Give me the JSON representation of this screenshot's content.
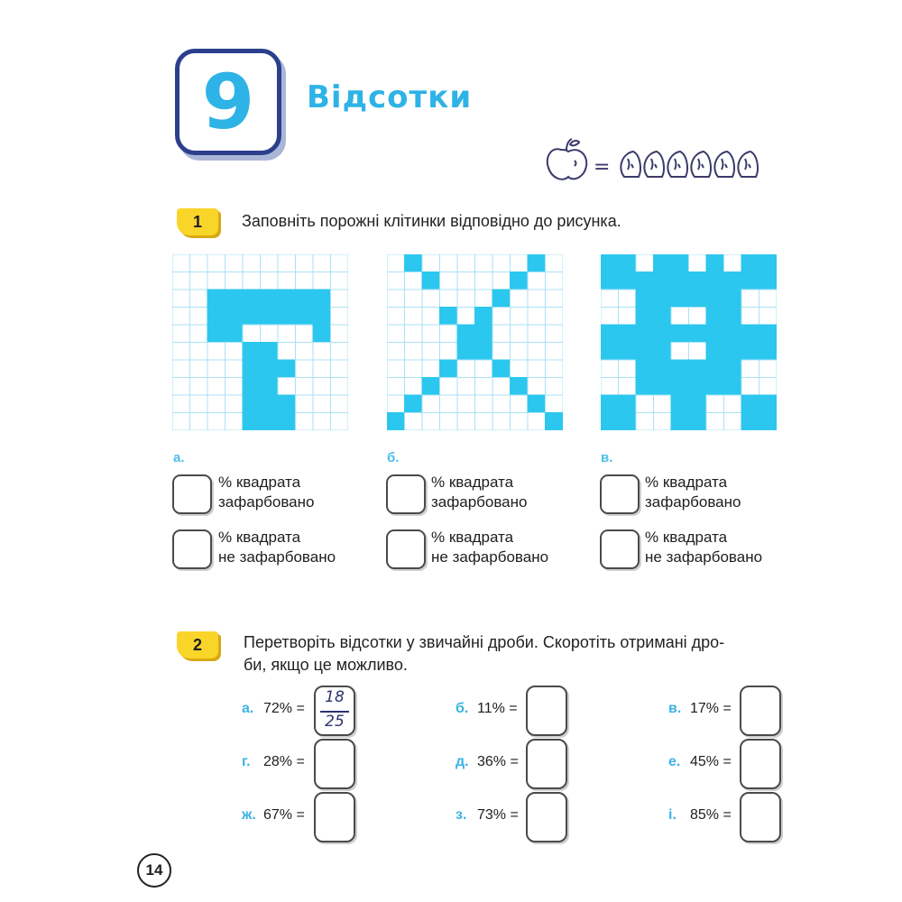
{
  "lesson": {
    "number": "9",
    "title": "Відсотки"
  },
  "icons": {
    "apple": "apple-icon",
    "equals": "=",
    "slices": [
      "apple-slice-icon",
      "apple-slice-icon",
      "apple-slice-icon",
      "apple-slice-icon",
      "apple-slice-icon",
      "apple-slice-icon"
    ]
  },
  "task1": {
    "number": "1",
    "instruction": "Заповніть порожні клітинки відповідно до рисунка.",
    "fill_color": "#2cc7ef",
    "grid_line_color": "#a9e2f5",
    "grids": [
      {
        "letter": "а.",
        "rows": [
          "0000000000",
          "0000000000",
          "0011111110",
          "0011111110",
          "0011000010",
          "0000110000",
          "0000111000",
          "0000110000",
          "0000111000",
          "0000111000"
        ],
        "caption_filled": [
          "% квадрата",
          "зафарбовано"
        ],
        "caption_unfilled": [
          "% квадрата",
          "не зафарбовано"
        ]
      },
      {
        "letter": "б.",
        "rows": [
          "0100000010",
          "0010000100",
          "0000001000",
          "0001010000",
          "0000110000",
          "0000110000",
          "0001001000",
          "0010000100",
          "0100000010",
          "1000000001"
        ],
        "caption_filled": [
          "% квадрата",
          "зафарбовано"
        ],
        "caption_unfilled": [
          "% квадрата",
          "не зафарбовано"
        ]
      },
      {
        "letter": "в.",
        "rows": [
          "1101101011",
          "1111111111",
          "0011111100",
          "0011001100",
          "1111111111",
          "1111001111",
          "0011111100",
          "0011111100",
          "1100110011",
          "1100110011"
        ],
        "caption_filled": [
          "% квадрата",
          "зафарбовано"
        ],
        "caption_unfilled": [
          "% квадрата",
          "не зафарбовано"
        ]
      }
    ]
  },
  "task2": {
    "number": "2",
    "instruction_line1": "Перетворіть відсотки у звичайні дроби. Скоротіть отримані дро-",
    "instruction_line2": "би, якщо це можливо.",
    "items": [
      {
        "letter": "а.",
        "expr": "72% =",
        "num": "18",
        "den": "25"
      },
      {
        "letter": "б.",
        "expr": "11% ="
      },
      {
        "letter": "в.",
        "expr": "17% ="
      },
      {
        "letter": "г.",
        "expr": "28% ="
      },
      {
        "letter": "д.",
        "expr": "36% ="
      },
      {
        "letter": "е.",
        "expr": "45% ="
      },
      {
        "letter": "ж.",
        "expr": "67% ="
      },
      {
        "letter": "з.",
        "expr": "73% ="
      },
      {
        "letter": "і.",
        "expr": "85% ="
      }
    ]
  },
  "page_number": "14"
}
